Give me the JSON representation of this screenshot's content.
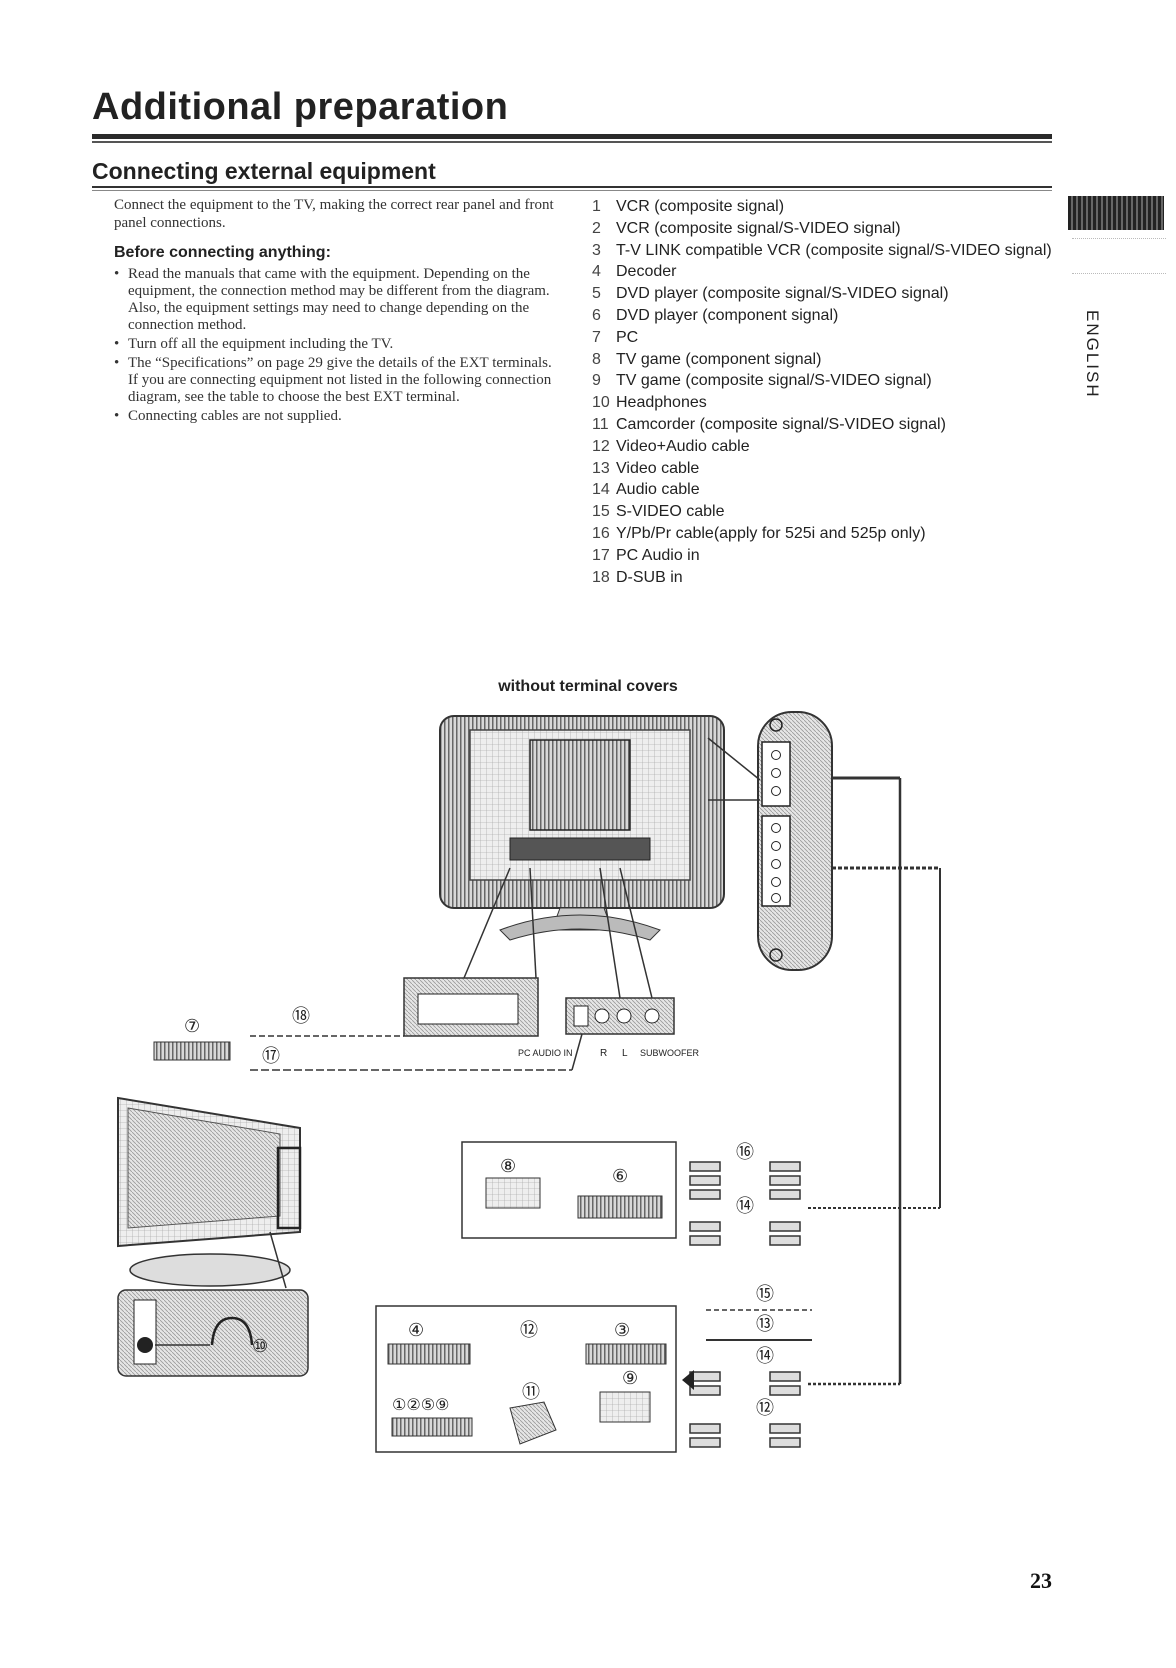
{
  "header": {
    "title": "Additional preparation"
  },
  "section": {
    "title": "Connecting external equipment"
  },
  "intro": "Connect the equipment to the TV, making the correct rear panel and front panel connections.",
  "before": {
    "heading": "Before connecting anything:",
    "bullets": [
      "Read the manuals that came with the equipment. Depending on the equipment, the connection method may be different from the diagram. Also, the equipment settings may need to change depending on the connection method.",
      "Turn off all the equipment including the TV.",
      "The “Specifications” on page 29 give the details of the EXT terminals. If you are connecting equipment not listed in the following connection diagram, see the table to choose the best EXT terminal.",
      "Connecting cables are not supplied."
    ]
  },
  "legend": [
    {
      "num": "1",
      "text": "VCR (composite signal)"
    },
    {
      "num": "2",
      "text": "VCR (composite signal/S-VIDEO signal)"
    },
    {
      "num": "3",
      "text": "T-V LINK compatible VCR (composite signal/S-VIDEO signal)"
    },
    {
      "num": "4",
      "text": "Decoder"
    },
    {
      "num": "5",
      "text": "DVD player (composite signal/S-VIDEO signal)"
    },
    {
      "num": "6",
      "text": "DVD player (component  signal)"
    },
    {
      "num": "7",
      "text": "PC"
    },
    {
      "num": "8",
      "text": "TV game (component  signal)"
    },
    {
      "num": "9",
      "text": "TV game (composite signal/S-VIDEO signal)"
    },
    {
      "num": "10",
      "text": "Headphones"
    },
    {
      "num": "11",
      "text": "Camcorder (composite signal/S-VIDEO signal)"
    },
    {
      "num": "12",
      "text": "Video+Audio cable"
    },
    {
      "num": "13",
      "text": "Video cable"
    },
    {
      "num": "14",
      "text": "Audio cable"
    },
    {
      "num": "15",
      "text": "S-VIDEO cable"
    },
    {
      "num": "16",
      "text": "Y/Pb/Pr cable(apply for 525i and 525p only)"
    },
    {
      "num": "17",
      "text": "PC Audio in"
    },
    {
      "num": "18",
      "text": "D-SUB in"
    }
  ],
  "side_tab": {
    "label": "ENGLISH"
  },
  "diagram": {
    "caption": "without terminal covers",
    "labels": {
      "pc_audio_in": "PC AUDIO IN",
      "r": "R",
      "l": "L",
      "subwoofer": "SUBWOOFER",
      "c7": "⑦",
      "c18": "⑱",
      "c17": "⑰",
      "c10": "⑩",
      "c8": "⑧",
      "c6": "⑥",
      "c16": "⑯",
      "c14a": "⑭",
      "c4": "④",
      "c12a": "⑫",
      "c3": "③",
      "c1235": "①②⑤⑨",
      "c11": "⑪",
      "c9": "⑨",
      "c15": "⑮",
      "c13": "⑬",
      "c14b": "⑭",
      "c12b": "⑫"
    }
  },
  "page_number": "23"
}
